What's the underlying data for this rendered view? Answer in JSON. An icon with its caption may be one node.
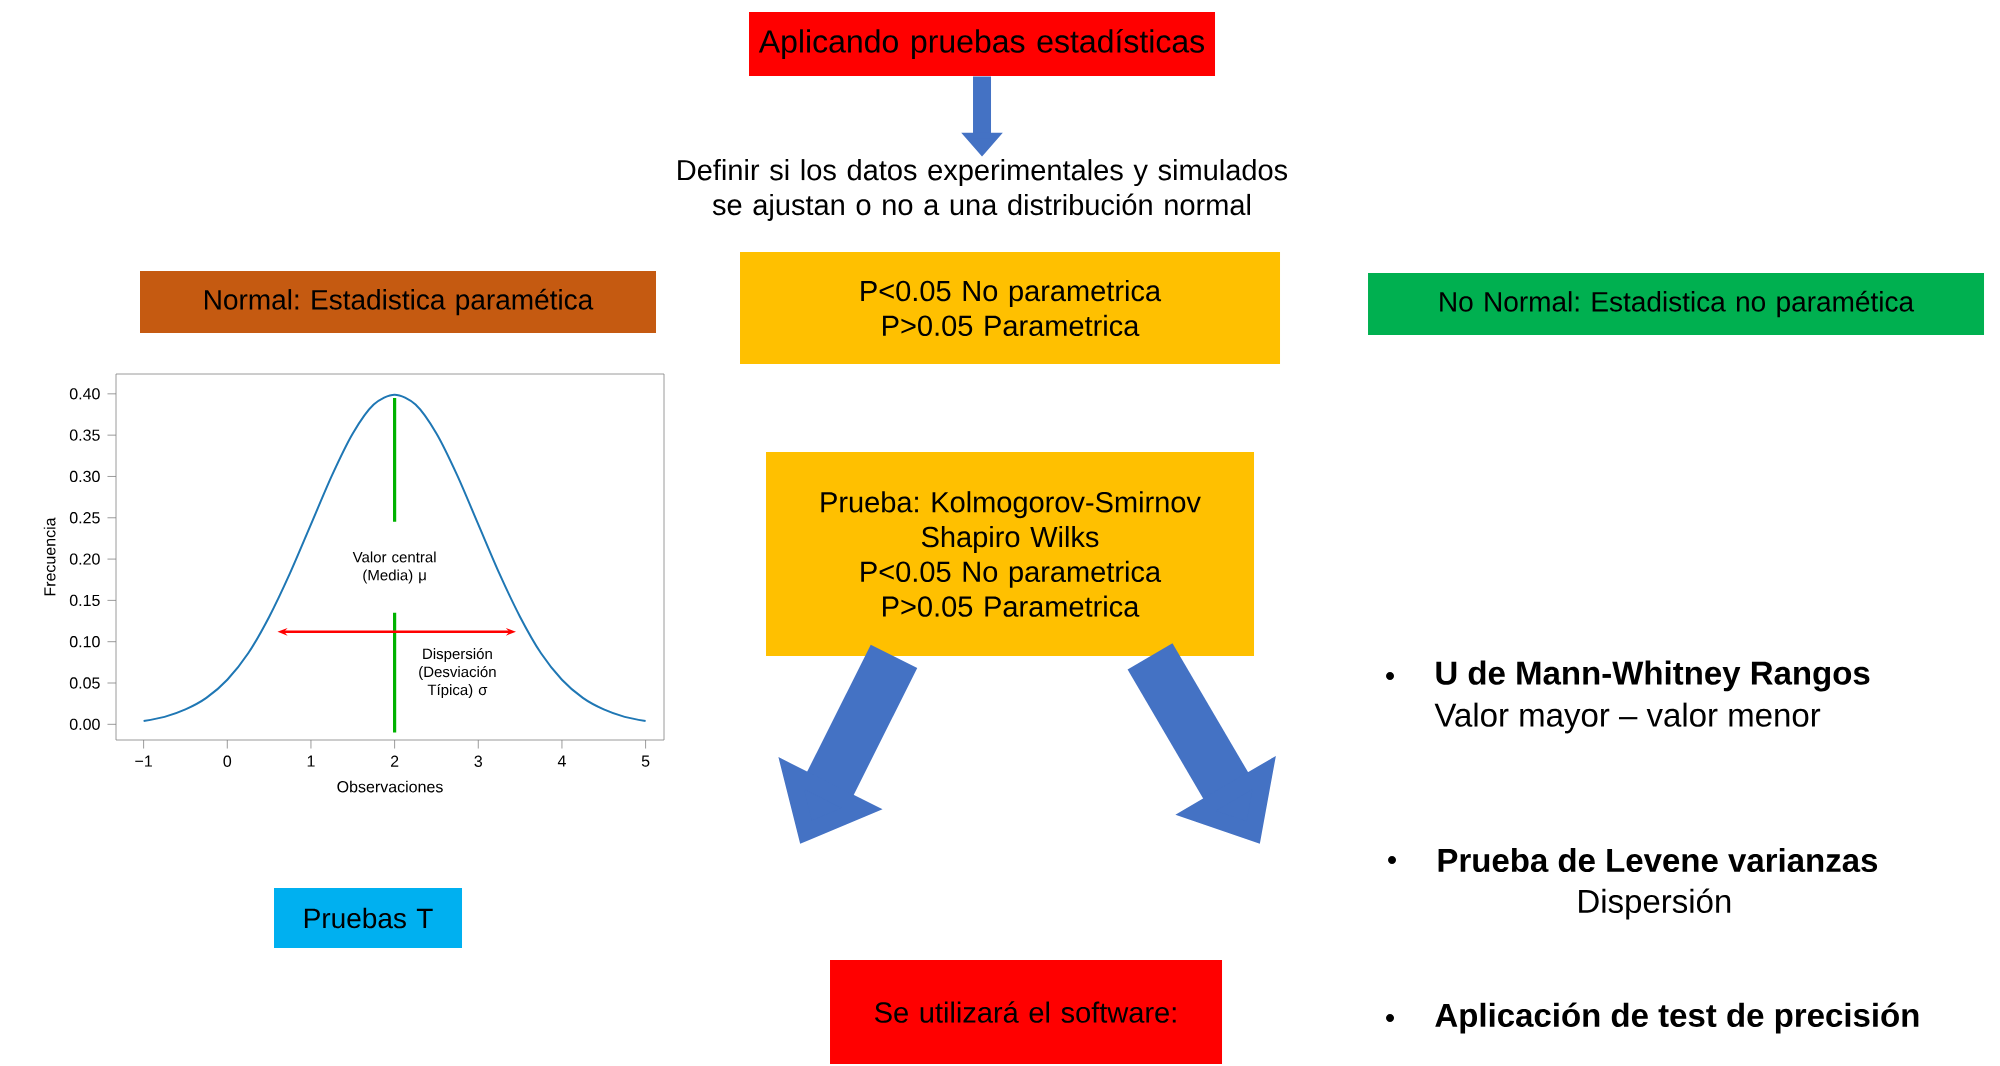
{
  "diagram": {
    "nodes": [
      {
        "text": [
          "Aplicando pruebas estadísticas"
        ]
      },
      {
        "text": [
          "Definir si los datos experimentales y simulados se ajustan o no a una distribución normal"
        ]
      },
      {
        "text": [
          "P<0.05 No parametrica",
          "P>0.05 Parametrica"
        ]
      },
      {
        "text": [
          "Normal: Estadistica paramética"
        ]
      },
      {
        "text": [
          "No Normal: Estadistica no paramética"
        ]
      },
      {
        "text": [
          "Prueba: Kolmogorov-Smirnov",
          "Shapiro Wilks",
          "P<0.05 No parametrica",
          "P>0.05 Parametrica"
        ]
      },
      {
        "text": [
          "Pruebas T"
        ]
      },
      {
        "text": [
          "Se utilizará el software:"
        ]
      }
    ],
    "edges": [
      {
        "from": 0,
        "to": 1,
        "arrow": "to"
      },
      {
        "from": 5,
        "to": null,
        "arrow": "to"
      },
      {
        "from": 5,
        "to": null,
        "arrow": "to"
      }
    ],
    "labels": [
      "U de Mann-Whitney Rangos",
      "Valor mayor – valor menor",
      "Prueba de Levene varianzas",
      "Dispersión",
      "Aplicación de test de precisión"
    ],
    "chart_data": {
      "type": "line",
      "xlabel": "Observaciones",
      "ylabel": "Frecuencia",
      "x": [
        -1,
        -0.75,
        -0.5,
        -0.25,
        0,
        0.25,
        0.5,
        0.75,
        1,
        1.25,
        1.5,
        1.75,
        2,
        2.25,
        2.5,
        2.75,
        3,
        3.25,
        3.5,
        3.75,
        4,
        4.25,
        4.5,
        4.75,
        5
      ],
      "series": [
        {
          "color": "#1f77b4",
          "values": [
            0.004,
            0.009,
            0.018,
            0.032,
            0.054,
            0.086,
            0.13,
            0.183,
            0.242,
            0.301,
            0.352,
            0.387,
            0.399,
            0.387,
            0.352,
            0.301,
            0.242,
            0.183,
            0.13,
            0.086,
            0.054,
            0.032,
            0.018,
            0.009,
            0.004
          ]
        }
      ],
      "xlim": [
        -1.33,
        5.22
      ],
      "ylim": [
        -0.019,
        0.424
      ],
      "xticks": [
        {
          "value": -1,
          "label": "−1"
        },
        {
          "value": 0,
          "label": "0"
        },
        {
          "value": 1,
          "label": "1"
        },
        {
          "value": 2,
          "label": "2"
        },
        {
          "value": 3,
          "label": "3"
        },
        {
          "value": 4,
          "label": "4"
        },
        {
          "value": 5,
          "label": "5"
        }
      ],
      "yticks": [
        {
          "value": 0,
          "label": "0.00"
        },
        {
          "value": 0.05,
          "label": "0.05"
        },
        {
          "value": 0.1,
          "label": "0.10"
        },
        {
          "value": 0.15,
          "label": "0.15"
        },
        {
          "value": 0.2,
          "label": "0.20"
        },
        {
          "value": 0.25,
          "label": "0.25"
        },
        {
          "value": 0.3,
          "label": "0.30"
        },
        {
          "value": 0.35,
          "label": "0.35"
        },
        {
          "value": 0.4,
          "label": "0.40"
        }
      ],
      "ref_lines": [
        {
          "axis": "x",
          "value": 2
        }
      ],
      "annotations": [
        "Valor central (Media) μ",
        "Dispersión (Desviación Típica) σ"
      ]
    }
  }
}
